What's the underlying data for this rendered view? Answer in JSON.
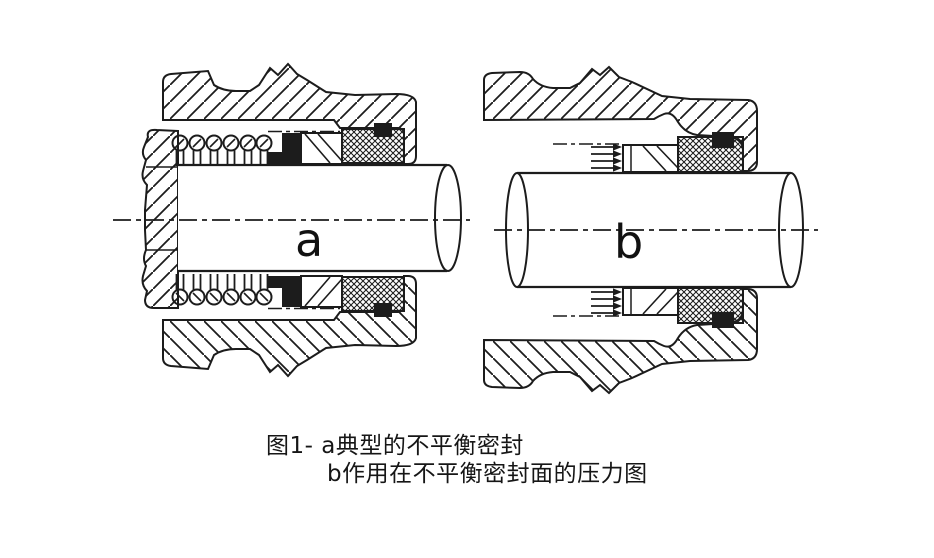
{
  "figure": {
    "label_a": "a",
    "label_b": "b",
    "caption": {
      "line1": "图1- a典型的不平衡密封",
      "line2": "b作用在不平衡密封面的压力图"
    }
  },
  "colors": {
    "ink": "#1c1c1c",
    "background": "#ffffff"
  }
}
